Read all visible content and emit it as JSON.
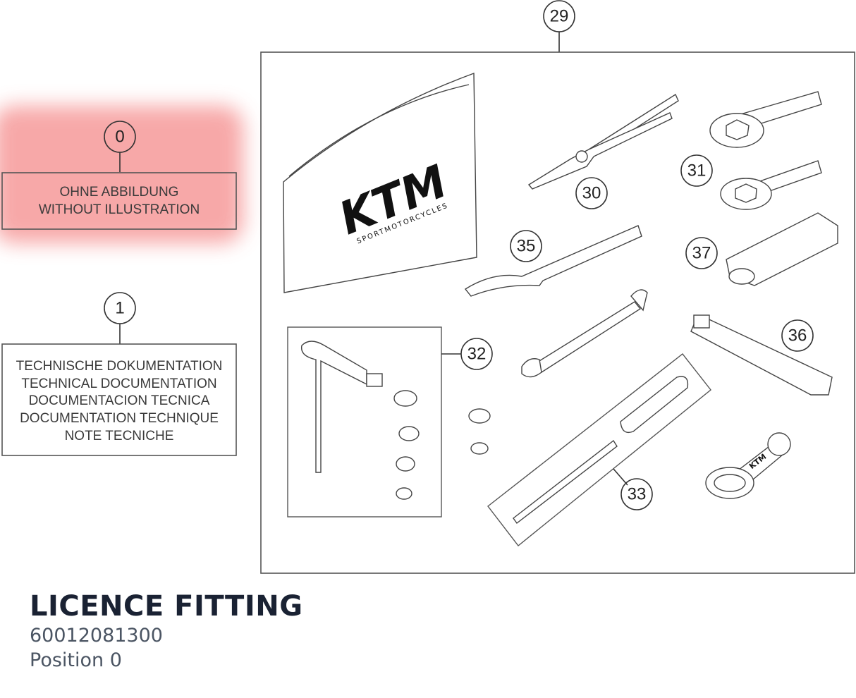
{
  "diagram": {
    "callouts": {
      "c0": "0",
      "c1": "1",
      "c29": "29",
      "c30": "30",
      "c31": "31",
      "c32": "32",
      "c33": "33",
      "c35": "35",
      "c36": "36",
      "c37": "37"
    },
    "box0": {
      "line1": "OHNE ABBILDUNG",
      "line2": "WITHOUT ILLUSTRATION"
    },
    "box1": {
      "lines": [
        "TECHNISCHE DOKUMENTATION",
        "TECHNICAL DOCUMENTATION",
        "DOCUMENTACION TECNICA",
        "DOCUMENTATION TECHNIQUE",
        "NOTE TECNICHE"
      ]
    },
    "brand": {
      "logo": "KTM",
      "tagline": "SPORTMOTORCYCLES",
      "badge": "KTM"
    },
    "highlight_color": "#f8a0a0"
  },
  "part": {
    "name": "LICENCE FITTING",
    "number": "60012081300",
    "position": "Position 0"
  }
}
